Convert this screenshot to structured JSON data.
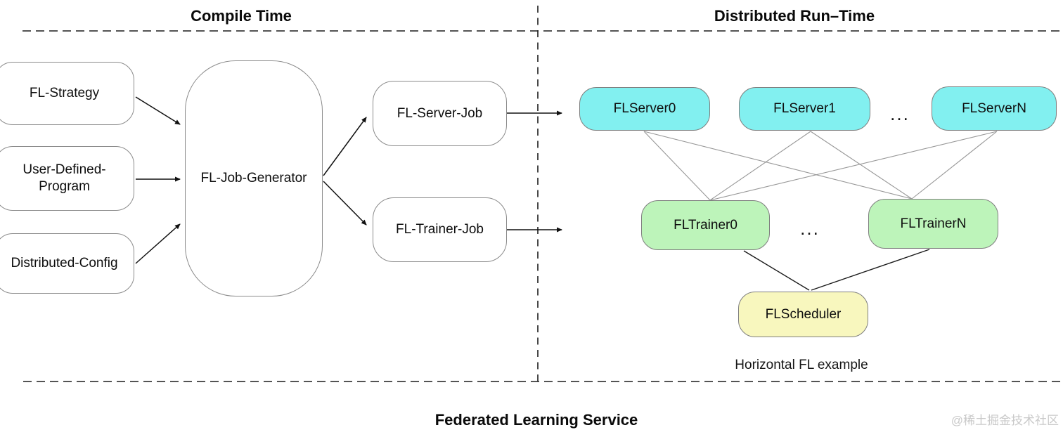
{
  "headers": {
    "compile_time": "Compile Time",
    "distributed_runtime": "Distributed Run–Time"
  },
  "compile_time": {
    "inputs": [
      {
        "label": "FL-Strategy"
      },
      {
        "label": "User-Defined-\nProgram"
      },
      {
        "label": "Distributed-Config"
      }
    ],
    "generator": {
      "label": "FL-Job-Generator"
    },
    "jobs": [
      {
        "label": "FL-Server-Job"
      },
      {
        "label": "FL-Trainer-Job"
      }
    ]
  },
  "distributed_runtime": {
    "servers": [
      {
        "label": "FLServer0"
      },
      {
        "label": "FLServer1"
      },
      {
        "label": "FLServerN"
      }
    ],
    "server_ellipsis": "...",
    "trainers": [
      {
        "label": "FLTrainer0"
      },
      {
        "label": "FLTrainerN"
      }
    ],
    "trainer_ellipsis": "...",
    "scheduler": {
      "label": "FLScheduler"
    },
    "caption": "Horizontal FL example"
  },
  "footer": {
    "title": "Federated Learning Service",
    "watermark": "@稀土掘金技术社区"
  },
  "colors": {
    "server_fill": "#82f0f0",
    "trainer_fill": "#bdf4ba",
    "scheduler_fill": "#f8f7be"
  }
}
